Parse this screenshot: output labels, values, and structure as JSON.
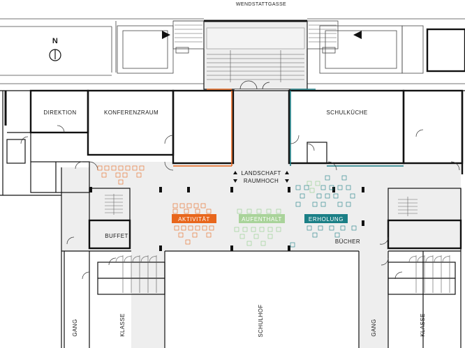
{
  "street": "WENDSTATTGASSE",
  "north": "N",
  "rooms": {
    "direktion": "DIREKTION",
    "konferenzraum": "KONFERENZRAUM",
    "schulkueche": "SCHULKÜCHE",
    "buffet": "BUFFET",
    "buecher": "BÜCHER",
    "schulhof": "SCHULHOF",
    "gang_left": "GANG",
    "klasse_left": "KLASSE",
    "gang_right": "GANG",
    "klasse_right": "KLASSE"
  },
  "landscape": {
    "line1": "LANDSCHAFT",
    "line2": "RAUMHOCH"
  },
  "zones": [
    {
      "label": "AKTIVITÄT",
      "color": "#e8661c"
    },
    {
      "label": "AUFENTHALT",
      "color": "#a9d39a"
    },
    {
      "label": "ERHOLUNG",
      "color": "#1b7f86"
    }
  ],
  "colors": {
    "wall": "#111111",
    "corridor": "#eeeeee",
    "dot_orange": "#e8661c",
    "dot_green": "#8fcf89",
    "dot_teal": "#1b7f86"
  }
}
